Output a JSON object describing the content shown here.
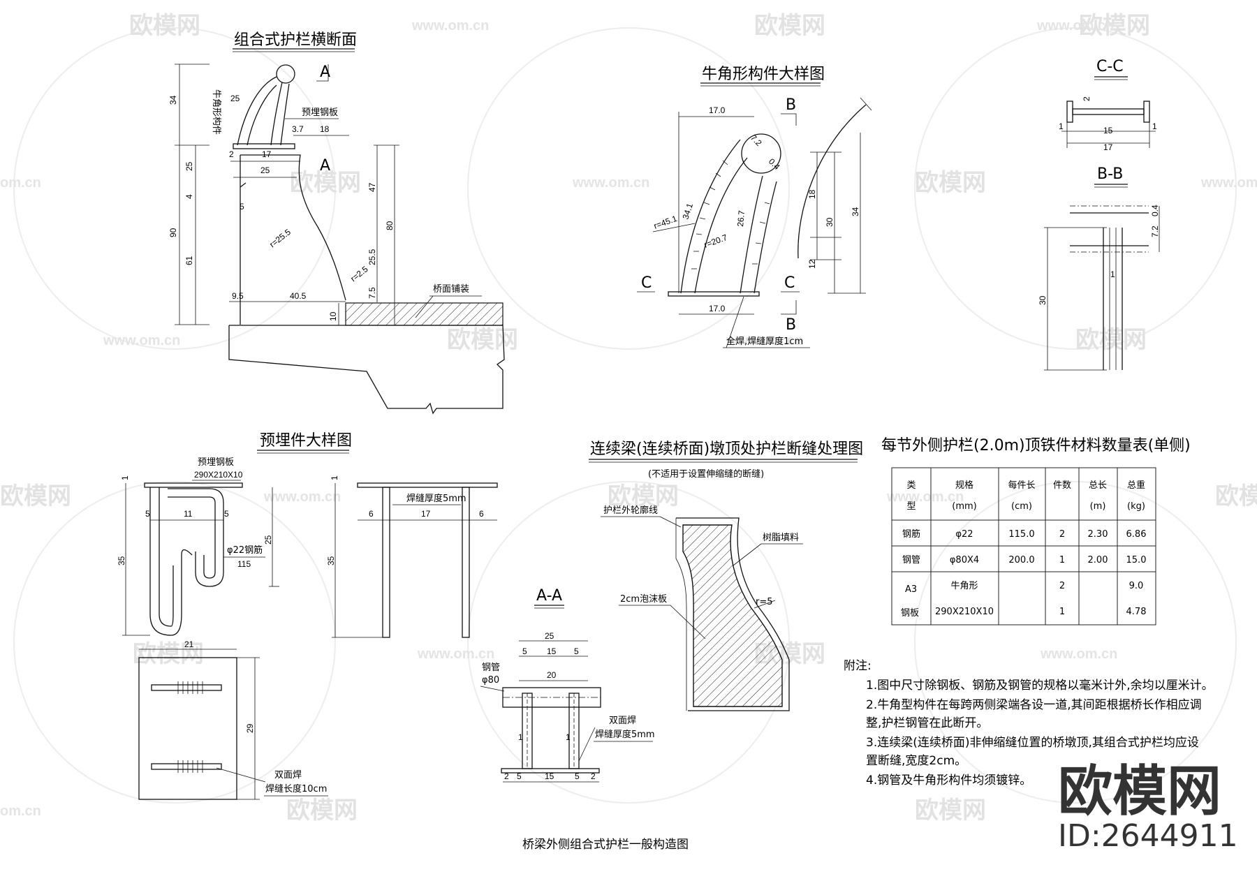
{
  "titles": {
    "cross_section": "组合式护栏横断面",
    "horn_detail": "牛角形构件大样图",
    "cc": "C-C",
    "bb": "B-B",
    "embed_detail": "预埋件大样图",
    "joint_detail": "连续梁(连续桥面)墩顶处护栏断缝处理图",
    "joint_sub": "(不适用于设置伸缩缝的断缝)",
    "aa": "A-A",
    "table_title": "每节外侧护栏(2.0m)顶铁件材料数量表(单侧)",
    "drawing_name": "桥梁外侧组合式护栏一般构造图"
  },
  "labels": {
    "horn_member": "牛角形构件",
    "embedded_plate": "预埋钢板",
    "deck_paving": "桥面铺装",
    "full_weld": "全焊,焊缝厚度1cm",
    "plate_spec_label": "预埋钢板",
    "plate_spec": "290X210X10",
    "rebar": "φ22钢筋",
    "weld5": "焊缝厚度5mm",
    "double_weld": "双面焊",
    "weld_len": "焊缝长度10cm",
    "steel_pipe": "钢管",
    "pipe_dia": "φ80",
    "double_weld2": "双面焊",
    "weld5b": "焊缝厚度5mm",
    "outline": "护栏外轮廓线",
    "resin": "树脂填料",
    "foam": "2cm泡沫板",
    "r5": "r=5",
    "A": "A",
    "B": "B",
    "C": "C"
  },
  "dims": {
    "d34": "34",
    "d25": "25",
    "d4": "4",
    "d90": "90",
    "d61": "61",
    "d25b": "25",
    "d3_7": "3.7",
    "d18": "18",
    "d2": "2",
    "d17": "17",
    "d25c": "25",
    "d5": "5",
    "d47": "47",
    "d80": "80",
    "d25_5": "25.5",
    "d7_5": "7.5",
    "r25_5": "r=25.5",
    "r2_5": "r=2.5",
    "d9_5": "9.5",
    "d40_5": "40.5",
    "d10": "10",
    "h17": "17.0",
    "h17b": "17.0",
    "h34_1": "34.1",
    "h7_2": "7.2",
    "h0_4": "0.4",
    "hr45": "r=45.1",
    "hr20": "r=20.7",
    "h26_7": "26.7",
    "h18": "18",
    "h30": "30",
    "h34": "34",
    "h12": "12",
    "c1": "1",
    "c2": "2",
    "c15": "15",
    "c17": "17",
    "c1b": "1",
    "b30": "30",
    "b1": "1",
    "b7_2": "7.2",
    "b0_4": "0.4",
    "e11": "11",
    "e5": "5",
    "e5b": "5",
    "e1": "1",
    "e35": "35",
    "e115": "115",
    "e25": "25",
    "e35b": "35",
    "e1b": "1",
    "e6": "6",
    "e17": "17",
    "e6b": "6",
    "e21": "21",
    "e29": "29",
    "a25": "25",
    "a5": "5",
    "a15": "15",
    "a5b": "5",
    "a20": "20",
    "a1": "1",
    "a1b": "1",
    "a2": "2",
    "a5c": "5",
    "a15b": "15",
    "a5d": "5",
    "a2b": "2"
  },
  "table": {
    "headers": [
      [
        "类",
        "型"
      ],
      [
        "规格",
        "(mm)"
      ],
      [
        "每件长",
        "(cm)"
      ],
      [
        "件数",
        ""
      ],
      [
        "总长",
        "(m)"
      ],
      [
        "总重",
        "(kg)"
      ]
    ],
    "rows": [
      [
        "钢筋",
        "φ22",
        "115.0",
        "2",
        "2.30",
        "6.86"
      ],
      [
        "钢管",
        "φ80X4",
        "200.0",
        "1",
        "2.00",
        "15.0"
      ],
      [
        "",
        "牛角形",
        "",
        "2",
        "",
        "9.0"
      ],
      [
        "",
        "290X210X10",
        "",
        "1",
        "",
        "4.78"
      ]
    ],
    "merged_type": [
      "A3",
      "钢板"
    ]
  },
  "notes": {
    "heading": "附注:",
    "lines": [
      "1.图中尺寸除钢板、钢筋及钢管的规格以毫米计外,余均以厘米计。",
      "2.牛角型构件在每跨两侧梁端各设一道,其间距根据桥长作相应调",
      "  整,护栏钢管在此断开。",
      "3.连续梁(连续桥面)非伸缩缝位置的桥墩顶,其组合式护栏均应设",
      "  置断缝,宽度2cm。",
      "4.钢管及牛角形构件均须镀锌。"
    ]
  },
  "watermark": {
    "brand": "欧模网",
    "url": "www.om.cn",
    "url_short": "om.cn",
    "id": "ID:2644911"
  }
}
